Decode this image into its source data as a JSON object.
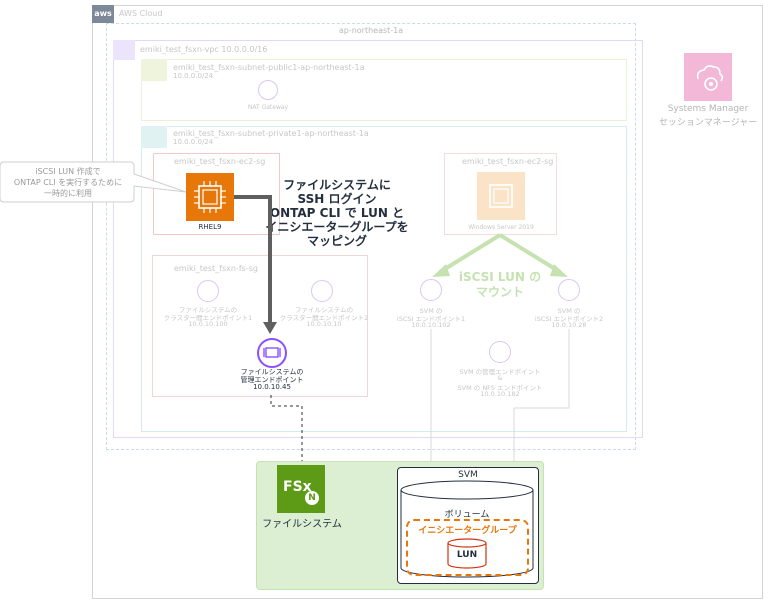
{
  "cloud": {
    "label": "AWS Cloud",
    "logo_text": "aws"
  },
  "region": {
    "label": "ap-northeast-1a"
  },
  "vpc": {
    "label": "emiki_test_fsxn-vpc 10.0.0.0/16"
  },
  "subnet_public": {
    "label": "emiki_test_fsxn-subnet-public1-ap-northeast-1a",
    "cidr": "10.0.0.0/24"
  },
  "nat": {
    "label": "NAT Gateway"
  },
  "subnet_private": {
    "label": "emiki_test_fsxn-subnet-private1-ap-northeast-1a",
    "cidr": "10.0.0.0/24"
  },
  "ec2_sg_left": {
    "label": "emiki_test_fsxn-ec2-sg"
  },
  "ec2_sg_right": {
    "label": "emiki_test_fsxn-ec2-sg"
  },
  "rhel": {
    "label": "RHEL9"
  },
  "windows": {
    "label": "Windows Server 2019"
  },
  "callout": {
    "line1": "iSCSI LUN 作成で",
    "line2": "ONTAP CLI を実行するために",
    "line3": "一時的に利用"
  },
  "ssh_note": {
    "line1": "ファイルシステムに",
    "line2": "SSH ログイン",
    "line3": "ONTAP CLI で LUN と",
    "line4": "イニシエーターグループを",
    "line5": "マッピング"
  },
  "fs_sg": {
    "label": "emiki_test_fsxn-fs-sg"
  },
  "ep1": {
    "line1": "ファイルシステムの",
    "line2": "クラスター間エンドポイント1",
    "ip": "10.0.10.100"
  },
  "ep2": {
    "line1": "ファイルシステムの",
    "line2": "クラスター間エンドポイント2",
    "ip": "10.0.10.10"
  },
  "mgmt": {
    "line1": "ファイルシステムの",
    "line2": "管理エンドポイント",
    "ip": "10.0.10.45"
  },
  "mount": {
    "line1": "iSCSI LUN の",
    "line2": "マウント"
  },
  "svm_iscsi1": {
    "line1": "SVM の",
    "line2": "iSCSI エンドポイント1",
    "ip": "10.0.10.102"
  },
  "svm_iscsi2": {
    "line1": "SVM の",
    "line2": "iSCSI エンドポイント2",
    "ip": "10.0.10.28"
  },
  "svm_mgmt": {
    "line1": "SVM の管理エンドポイント",
    "line2": "&",
    "line3": "SVM の NFS エンドポイント",
    "ip": "10.0.10.182"
  },
  "ssm": {
    "line1": "Systems Manager",
    "line2": "セッションマネージャー"
  },
  "fsx": {
    "label": "ファイルシステム",
    "logo": "FSx",
    "logo_sub": "N"
  },
  "svm": {
    "label": "SVM"
  },
  "volume": {
    "label": "ボリューム"
  },
  "igroup": {
    "label": "イニシエーターグループ"
  },
  "lun": {
    "label": "LUN"
  },
  "colors": {
    "orange": "#e8770a",
    "purple": "#8c4fff",
    "green_bg": "#dcefd2",
    "gray_arrow": "#5f5f5f",
    "light_green": "#c6e2b0",
    "pink": "#f3b8d8"
  }
}
